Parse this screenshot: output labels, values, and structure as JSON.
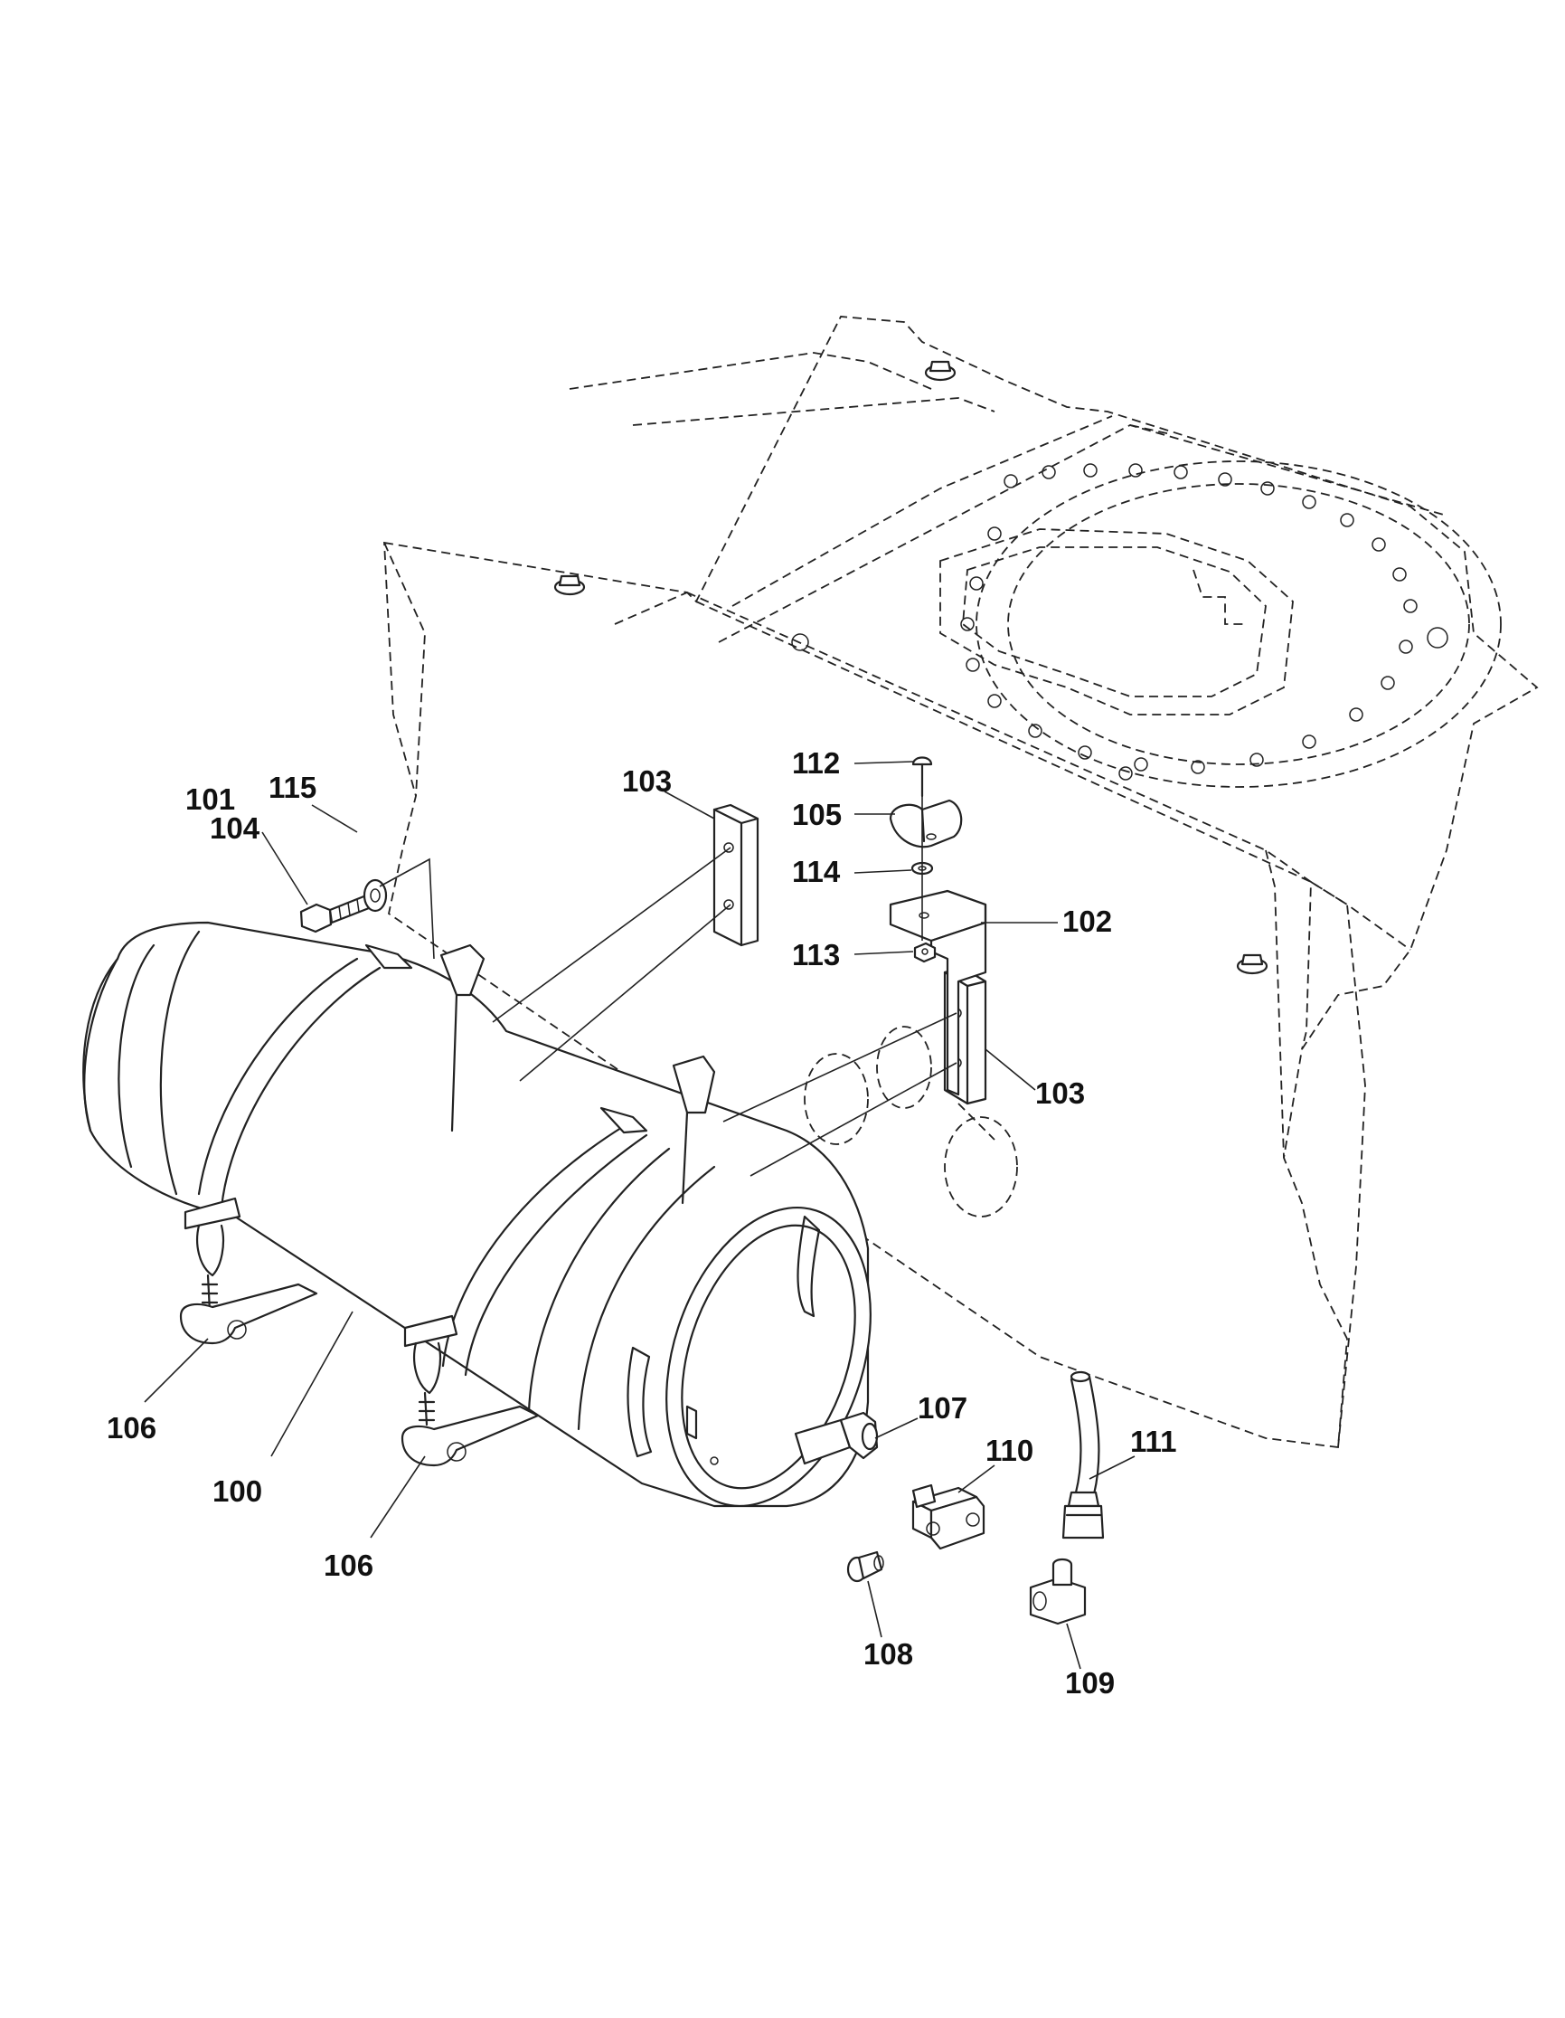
{
  "callouts": [
    {
      "id": "c100",
      "label": "100"
    },
    {
      "id": "c101",
      "label": "101"
    },
    {
      "id": "c102",
      "label": "102"
    },
    {
      "id": "c103a",
      "label": "103"
    },
    {
      "id": "c103b",
      "label": "103"
    },
    {
      "id": "c104",
      "label": "104"
    },
    {
      "id": "c105",
      "label": "105"
    },
    {
      "id": "c106a",
      "label": "106"
    },
    {
      "id": "c106b",
      "label": "106"
    },
    {
      "id": "c107",
      "label": "107"
    },
    {
      "id": "c108",
      "label": "108"
    },
    {
      "id": "c109",
      "label": "109"
    },
    {
      "id": "c110",
      "label": "110"
    },
    {
      "id": "c111",
      "label": "111"
    },
    {
      "id": "c112",
      "label": "112"
    },
    {
      "id": "c113",
      "label": "113"
    },
    {
      "id": "c114",
      "label": "114"
    },
    {
      "id": "c115",
      "label": "115"
    }
  ]
}
